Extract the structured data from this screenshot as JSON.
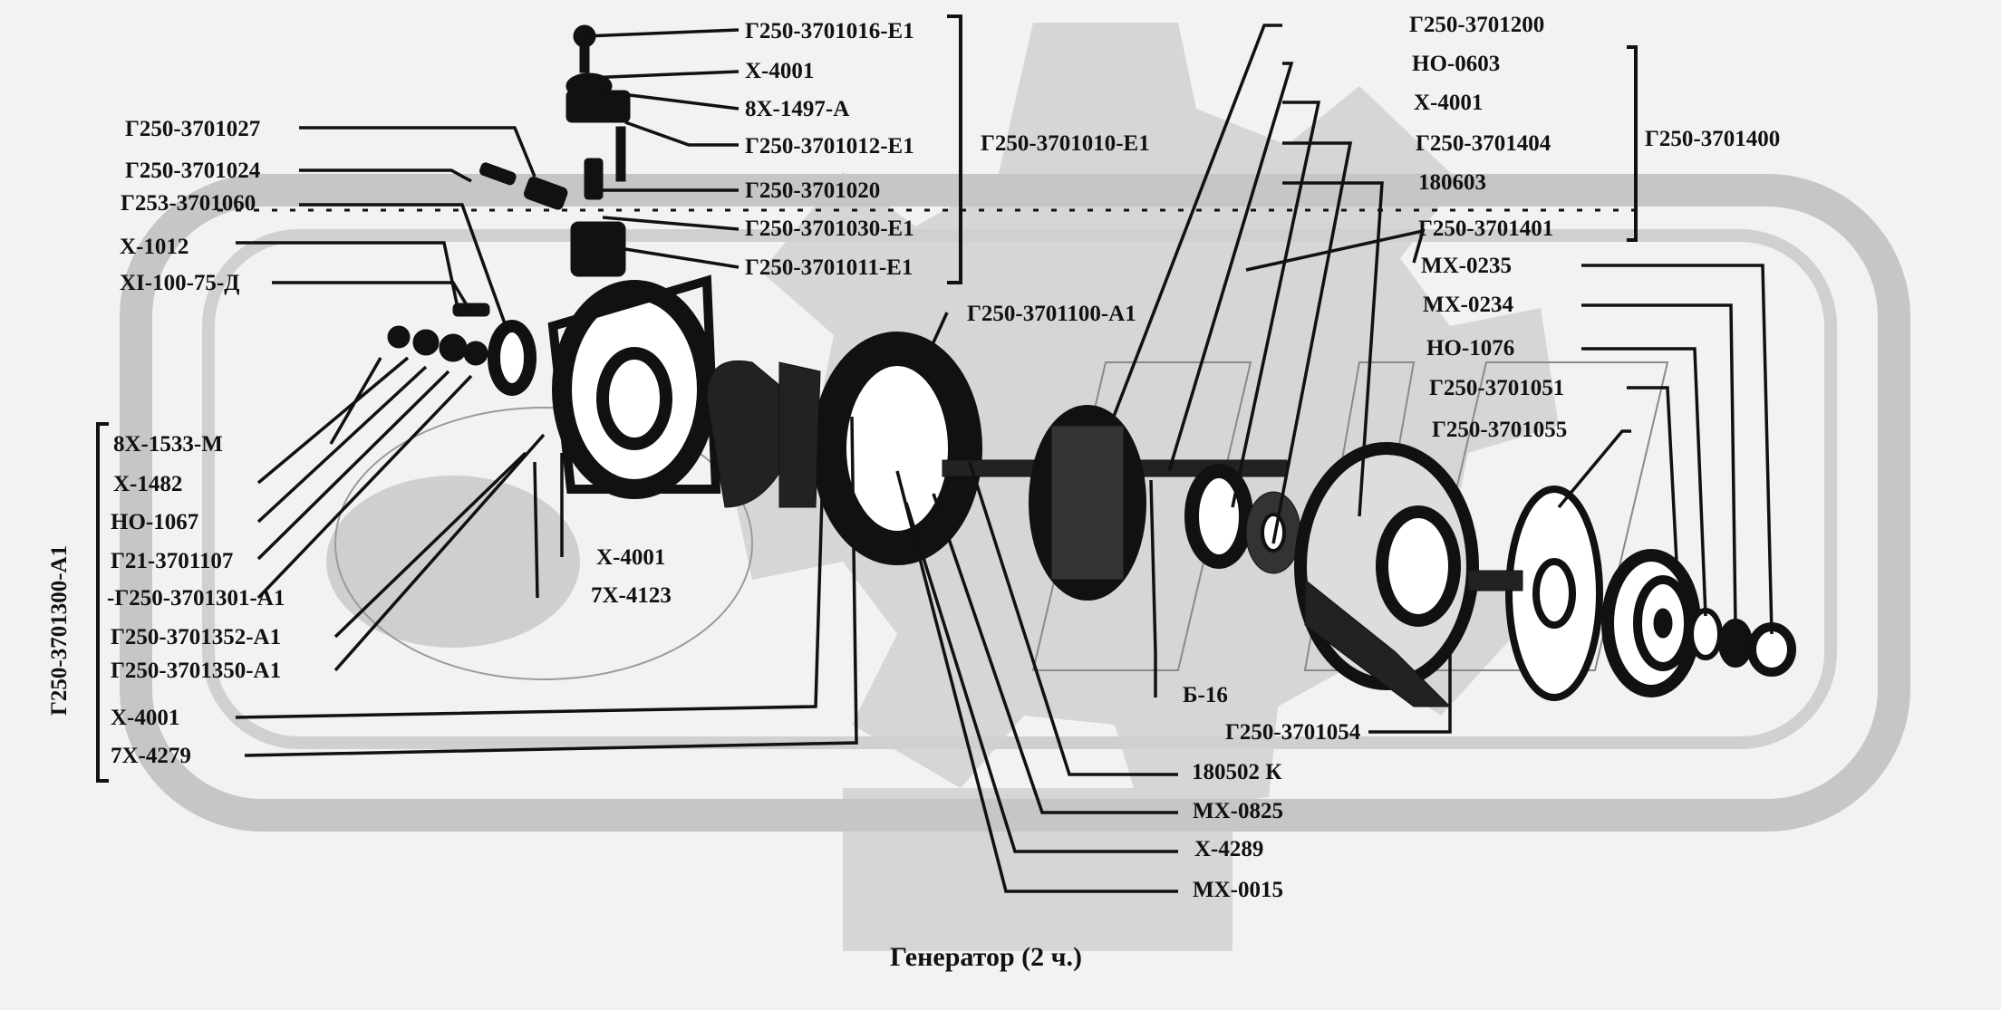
{
  "title": "Генератор (2 ч.)",
  "colors": {
    "ink": "#111111",
    "watermark": "#d4d4d2",
    "frame": "#c4c4c2"
  },
  "labels": {
    "g3701016": "Г250-3701016-Е1",
    "x4001_top": "Х-4001",
    "x1497": "8Х-1497-А",
    "g3701012": "Г250-3701012-Е1",
    "g3701010": "Г250-3701010-Е1",
    "g3701027": "Г250-3701027",
    "g3701024": "Г250-3701024",
    "g3701020": "Г250-3701020",
    "g253_3701060": "Г253-3701060",
    "g3701030": "Г250-3701030-Е1",
    "x1012": "Х-1012",
    "g3701011": "Г250-3701011-Е1",
    "xi100": "ХI-100-75-Д",
    "g3701100": "Г250-3701100-А1",
    "g3701200": "Г250-3701200",
    "no0603": "НО-0603",
    "x4001_right": "Х-4001",
    "g3701404": "Г250-3701404",
    "b180603": "180603",
    "g3701400": "Г250-3701400",
    "g3701401": "Г250-3701401",
    "mx0235": "МХ-0235",
    "mx0234": "МХ-0234",
    "no1076": "НО-1076",
    "g3701051": "Г250-3701051",
    "g3701055": "Г250-3701055",
    "x1533": "8Х-1533-М",
    "x1482": "Х-1482",
    "no1067": "НО-1067",
    "g21_3701107": "Г21-3701107",
    "g3701301": "-Г250-3701301-А1",
    "g3701352": "Г250-3701352-А1",
    "g3701350": "Г250-3701350-А1",
    "x4001_left": "Х-4001",
    "x4279": "7Х-4279",
    "x4001_mid": "Х-4001",
    "x4123": "7Х-4123",
    "g3701300": "Г250-3701300-А1",
    "b16": "Б-16",
    "g3701054": "Г250-3701054",
    "b180502": "180502 К",
    "mx0825": "МХ-0825",
    "x4289": "Х-4289",
    "mx0015": "МХ-0015"
  }
}
